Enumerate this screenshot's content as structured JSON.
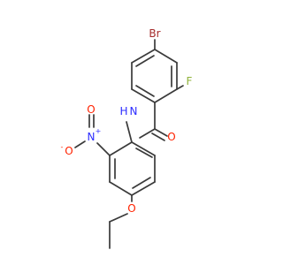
{
  "molecule": {
    "atoms": {
      "bromine": "Br",
      "fluorine": "F",
      "carbonyl_oxygen": "O",
      "amide_nitrogen": "N",
      "amide_hydrogen": "H",
      "nitro_nitrogen": "N",
      "nitro_plus": "+",
      "nitro_oxygen": "O",
      "nitro_minus": "-",
      "ether_oxygen": "O"
    }
  },
  "colors": {
    "bond": "#3a3a3a",
    "bromine": "#a52a2a",
    "fluorine": "#8fb23a",
    "oxygen": "#ff2200",
    "nitrogen": "#2c2cff"
  }
}
